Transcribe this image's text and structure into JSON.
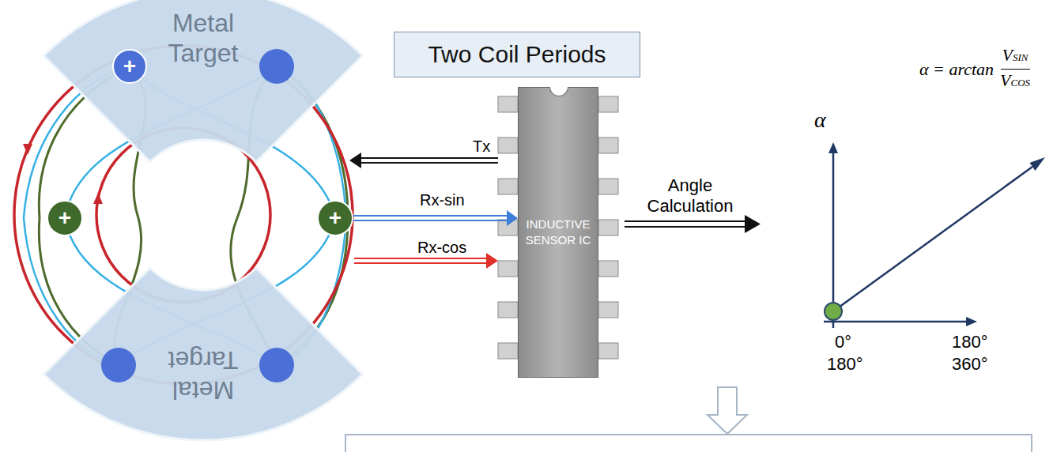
{
  "diagram": {
    "nodes": [
      {
        "text": [
          "Metal Target"
        ]
      },
      {
        "text": [
          "Metal Target"
        ]
      },
      {
        "text": [
          "Two Coil Periods"
        ]
      },
      {
        "text": [
          "INDUCTIVE SENSOR IC"
        ]
      },
      {
        "text": [
          "+"
        ]
      },
      {
        "text": [
          "+"
        ]
      },
      {
        "text": [
          "+"
        ]
      }
    ],
    "edges": [
      {
        "from": 5,
        "to": 3,
        "arrow": "to",
        "label": "Rx-sin"
      }
    ],
    "labels": [
      "Tx",
      "Rx-cos",
      "Angle Calculation",
      "α = arctan",
      "V",
      "SIN",
      "V",
      "COS",
      "α",
      "0°",
      "180°",
      "180°",
      "360°"
    ]
  }
}
